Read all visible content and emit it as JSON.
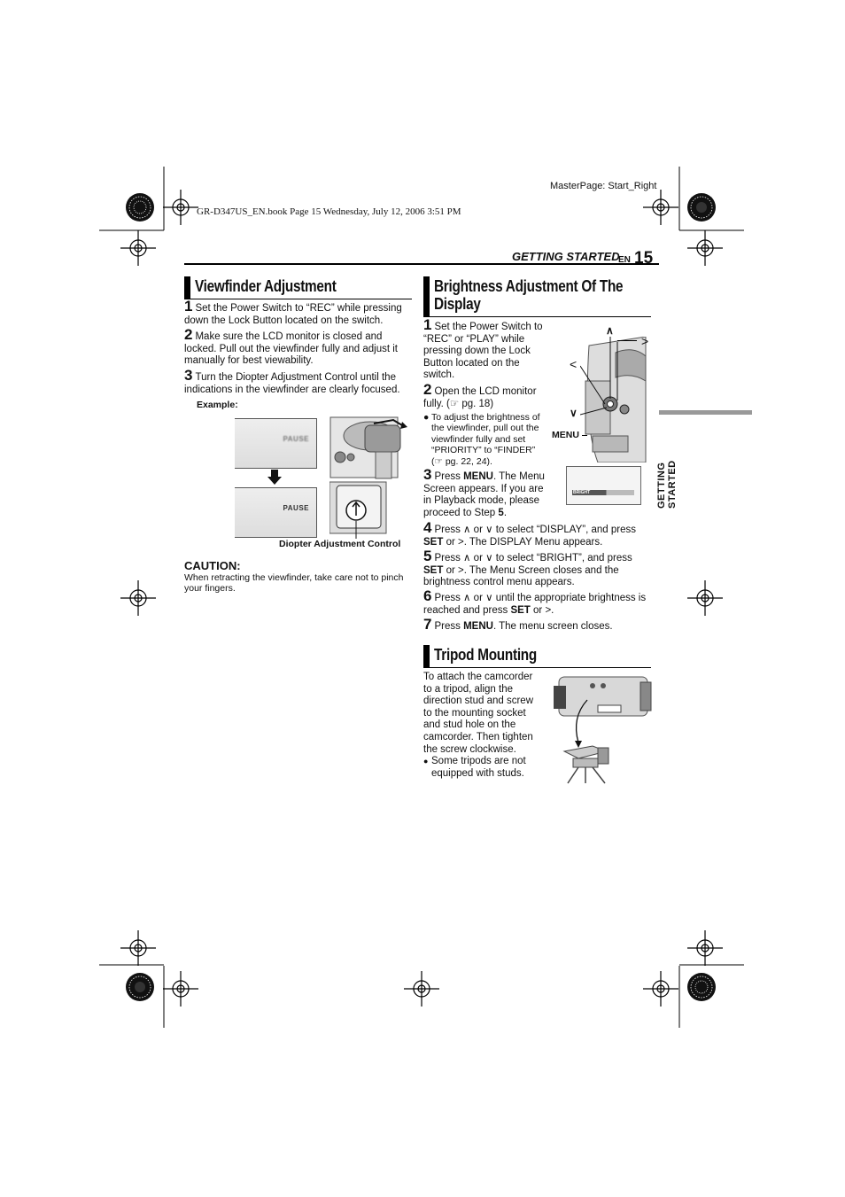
{
  "header": {
    "masterpage": "MasterPage: Start_Right",
    "bookline": "GR-D347US_EN.book  Page 15  Wednesday, July 12, 2006  3:51 PM",
    "section": "GETTING STARTED",
    "lang": "EN",
    "page_number": "15"
  },
  "sidetab": "GETTING STARTED",
  "viewfinder": {
    "title": "Viewfinder Adjustment",
    "steps": [
      {
        "n": "1",
        "text": "Set the Power Switch to “REC” while pressing down the Lock Button located on the switch."
      },
      {
        "n": "2",
        "text": "Make sure the LCD monitor is closed and locked. Pull out the viewfinder fully and adjust it manually for best viewability."
      },
      {
        "n": "3",
        "text": "Turn the Diopter Adjustment Control until the indications in the viewfinder are clearly focused."
      }
    ],
    "example": "Example:",
    "pause_blur": "PAUSE",
    "pause_sharp": "PAUSE",
    "diopter_label": "Diopter Adjustment Control",
    "caution_title": "CAUTION:",
    "caution_text": "When retracting the viewfinder, take care not to pinch your fingers."
  },
  "brightness": {
    "title_line1": "Brightness Adjustment Of The",
    "title_line2": "Display",
    "s1": {
      "n": "1",
      "text": "Set the Power Switch to “REC” or “PLAY” while pressing down the Lock Button located on the switch."
    },
    "s2": {
      "n": "2",
      "text": "Open the LCD monitor fully. (☞ pg. 18)"
    },
    "bullet": "To adjust the brightness of the viewfinder, pull out the viewfinder fully and set “PRIORITY” to “FINDER” (☞ pg. 22, 24).",
    "s3": {
      "n": "3",
      "pre": "Press ",
      "key": "MENU",
      "post": ". The Menu Screen appears. If you are in Playback mode, please proceed to Step ",
      "step_ref": "5",
      "end": "."
    },
    "s4": {
      "n": "4",
      "pre": "Press ∧ or ∨ to select “DISPLAY”, and press ",
      "key": "SET",
      "post": " or >. The DISPLAY Menu appears."
    },
    "s5": {
      "n": "5",
      "pre": "Press ∧ or ∨ to select “BRIGHT”, and press ",
      "key": "SET",
      "post": " or >. The Menu Screen closes and the brightness control menu appears."
    },
    "s6": {
      "n": "6",
      "pre": "Press ∧ or ∨ until the appropriate brightness is reached and press ",
      "key": "SET",
      "post": " or >."
    },
    "s7": {
      "n": "7",
      "pre": "Press ",
      "key": "MENU",
      "post": ". The menu screen closes."
    },
    "fig_up": "∧",
    "fig_down": "∨",
    "fig_left": "<",
    "fig_right": ">",
    "fig_menu": "MENU",
    "fig_bright": "BRIGHT"
  },
  "tripod": {
    "title": "Tripod Mounting",
    "text": "To attach the camcorder to a tripod, align the direction stud and screw to the mounting socket and stud hole on the camcorder. Then tighten the screw clockwise.",
    "bullet": "Some tripods are not equipped with studs."
  }
}
